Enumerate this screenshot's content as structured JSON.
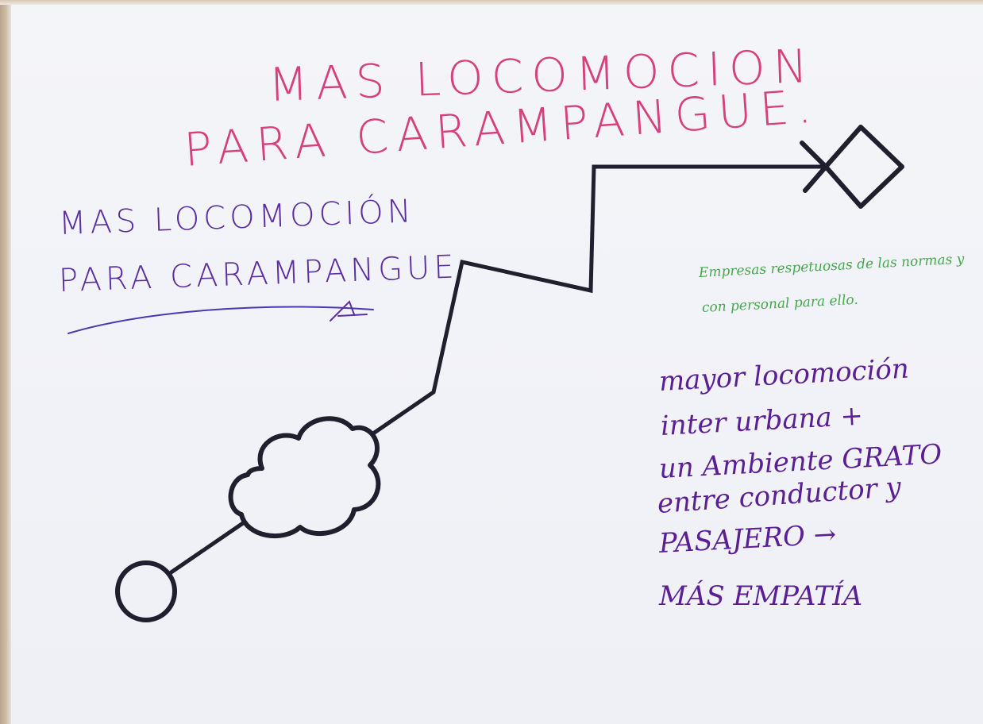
{
  "title_pink": {
    "line1": "MAS   LOCOMOCION",
    "line2": "PARA  CARAMPANGUE."
  },
  "title_purple": {
    "line1": "MAS LOCOMOCIÓN",
    "line2": "PARA  CARAMPANGUE"
  },
  "green_note": {
    "line1": "Empresas respetuosas de las normas y",
    "line2": "con personal para ello."
  },
  "purple_note": {
    "lines": [
      "mayor locomoción",
      "inter urbana +",
      "un Ambiente GRATO",
      "entre conductor y",
      "PASAJERO →",
      "MÁS EMPATÍA"
    ]
  },
  "colors": {
    "paper": "#f2f3f8",
    "ink_black": "#1f1f2e",
    "pink_marker": "#d6407d",
    "purple_marker": "#5b2fa0",
    "green_pen": "#45a84d"
  },
  "icons": {
    "start": "circle-start-icon",
    "obstacle": "cloud-icon",
    "goal": "diamond-goal-icon",
    "arrow": "arrow-head-icon"
  }
}
